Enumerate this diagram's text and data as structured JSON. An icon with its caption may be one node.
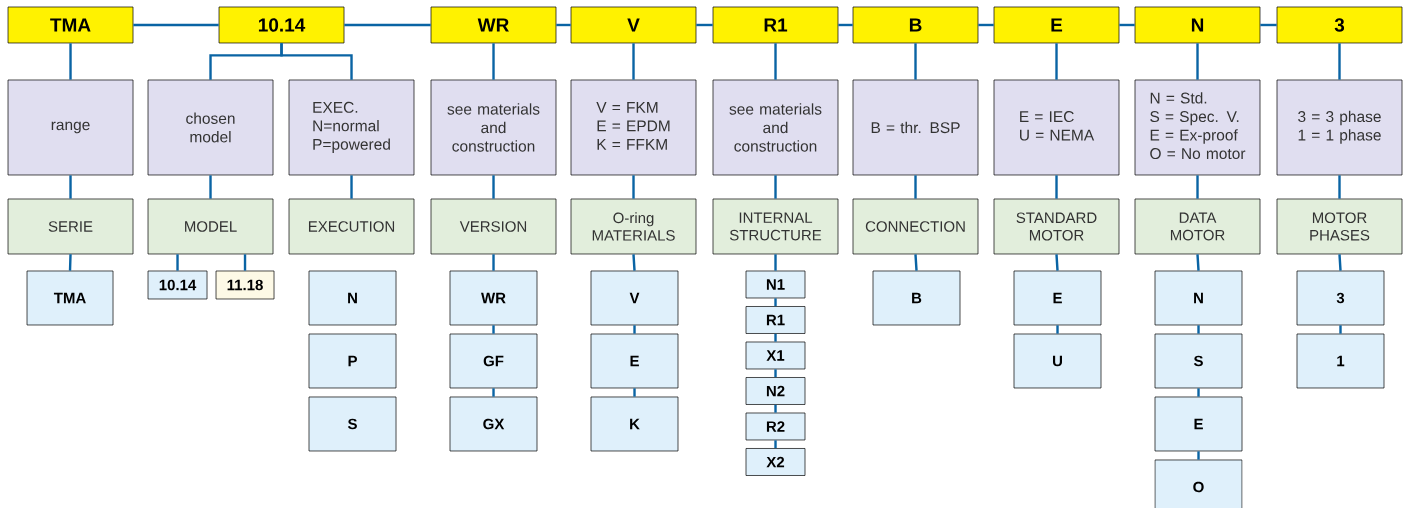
{
  "diagram": {
    "nodes": [
      {
        "text": [
          "TMA"
        ]
      },
      {
        "text": [
          "10.14"
        ]
      },
      {
        "text": [
          "WR"
        ]
      },
      {
        "text": [
          "V"
        ]
      },
      {
        "text": [
          "R1"
        ]
      },
      {
        "text": [
          "B"
        ]
      },
      {
        "text": [
          "E"
        ]
      },
      {
        "text": [
          "N"
        ]
      },
      {
        "text": [
          "3"
        ]
      },
      {
        "text": [
          "range"
        ]
      },
      {
        "text": [
          "chosen model"
        ]
      },
      {
        "text": [
          "EXEC.",
          "N=normal",
          "P=powered"
        ]
      },
      {
        "text": [
          "see materials and construction"
        ]
      },
      {
        "text": [
          "V = FKM",
          "E = EPDM",
          "K = FFKM"
        ]
      },
      {
        "text": [
          "see materials and construction"
        ]
      },
      {
        "text": [
          "B = thr. BSP"
        ]
      },
      {
        "text": [
          "E = IEC",
          "U = NEMA"
        ]
      },
      {
        "text": [
          "N = Std.",
          "S = Spec. V.",
          "E = Ex-proof",
          "O = No motor"
        ]
      },
      {
        "text": [
          "3 = 3 phase",
          "1 = 1 phase"
        ]
      },
      {
        "text": [
          "SERIE"
        ]
      },
      {
        "text": [
          "MODEL"
        ]
      },
      {
        "text": [
          "EXECUTION"
        ]
      },
      {
        "text": [
          "VERSION"
        ]
      },
      {
        "text": [
          "O-ring MATERIALS"
        ]
      },
      {
        "text": [
          "INTERNAL STRUCTURE"
        ]
      },
      {
        "text": [
          "CONNECTION"
        ]
      },
      {
        "text": [
          "STANDARD MOTOR"
        ]
      },
      {
        "text": [
          "DATA MOTOR"
        ]
      },
      {
        "text": [
          "MOTOR PHASES"
        ]
      },
      {
        "text": [
          "TMA"
        ]
      },
      {
        "text": [
          "10.14"
        ]
      },
      {
        "text": [
          "11.18"
        ]
      },
      {
        "text": [
          "N"
        ]
      },
      {
        "text": [
          "P"
        ]
      },
      {
        "text": [
          "S"
        ]
      },
      {
        "text": [
          "WR"
        ]
      },
      {
        "text": [
          "GF"
        ]
      },
      {
        "text": [
          "GX"
        ]
      },
      {
        "text": [
          "V"
        ]
      },
      {
        "text": [
          "E"
        ]
      },
      {
        "text": [
          "K"
        ]
      },
      {
        "text": [
          "N1"
        ]
      },
      {
        "text": [
          "R1"
        ]
      },
      {
        "text": [
          "X1"
        ]
      },
      {
        "text": [
          "N2"
        ]
      },
      {
        "text": [
          "R2"
        ]
      },
      {
        "text": [
          "X2"
        ]
      },
      {
        "text": [
          "B"
        ]
      },
      {
        "text": [
          "E"
        ]
      },
      {
        "text": [
          "U"
        ]
      },
      {
        "text": [
          "N"
        ]
      },
      {
        "text": [
          "S"
        ]
      },
      {
        "text": [
          "E"
        ]
      },
      {
        "text": [
          "O"
        ]
      },
      {
        "text": [
          "3"
        ]
      },
      {
        "text": [
          "1"
        ]
      }
    ],
    "edges": [
      {
        "from": 0,
        "to": 1,
        "arrow": "none"
      },
      {
        "from": 1,
        "to": 2,
        "arrow": "none"
      },
      {
        "from": 2,
        "to": 3,
        "arrow": "none"
      },
      {
        "from": 3,
        "to": 4,
        "arrow": "none"
      },
      {
        "from": 4,
        "to": 5,
        "arrow": "none"
      },
      {
        "from": 5,
        "to": 6,
        "arrow": "none"
      },
      {
        "from": 6,
        "to": 7,
        "arrow": "none"
      },
      {
        "from": 7,
        "to": 8,
        "arrow": "none"
      },
      {
        "from": 0,
        "to": 9,
        "arrow": "none"
      },
      {
        "from": 1,
        "to": 10,
        "arrow": "none"
      },
      {
        "from": 1,
        "to": 11,
        "arrow": "none"
      },
      {
        "from": 2,
        "to": 12,
        "arrow": "none"
      },
      {
        "from": 3,
        "to": 13,
        "arrow": "none"
      },
      {
        "from": 4,
        "to": 14,
        "arrow": "none"
      },
      {
        "from": 5,
        "to": 15,
        "arrow": "none"
      },
      {
        "from": 6,
        "to": 16,
        "arrow": "none"
      },
      {
        "from": 7,
        "to": 17,
        "arrow": "none"
      },
      {
        "from": 8,
        "to": 18,
        "arrow": "none"
      },
      {
        "from": 9,
        "to": 19,
        "arrow": "none"
      },
      {
        "from": 10,
        "to": 20,
        "arrow": "none"
      },
      {
        "from": 11,
        "to": 21,
        "arrow": "none"
      },
      {
        "from": 12,
        "to": 22,
        "arrow": "none"
      },
      {
        "from": 13,
        "to": 23,
        "arrow": "none"
      },
      {
        "from": 14,
        "to": 24,
        "arrow": "none"
      },
      {
        "from": 15,
        "to": 25,
        "arrow": "none"
      },
      {
        "from": 16,
        "to": 26,
        "arrow": "none"
      },
      {
        "from": 17,
        "to": 27,
        "arrow": "none"
      },
      {
        "from": 18,
        "to": 28,
        "arrow": "none"
      },
      {
        "from": 19,
        "to": 29,
        "arrow": "none"
      },
      {
        "from": 20,
        "to": 30,
        "arrow": "none"
      },
      {
        "from": 20,
        "to": 31,
        "arrow": "none"
      },
      {
        "from": 22,
        "to": 35,
        "arrow": "none"
      },
      {
        "from": 23,
        "to": 38,
        "arrow": "none"
      },
      {
        "from": 24,
        "to": 41,
        "arrow": "none"
      },
      {
        "from": 25,
        "to": 47,
        "arrow": "none"
      },
      {
        "from": 26,
        "to": 48,
        "arrow": "none"
      },
      {
        "from": 27,
        "to": 50,
        "arrow": "none"
      },
      {
        "from": 28,
        "to": 54,
        "arrow": "none"
      },
      {
        "from": 35,
        "to": 36,
        "arrow": "none"
      },
      {
        "from": 36,
        "to": 37,
        "arrow": "none"
      },
      {
        "from": 38,
        "to": 39,
        "arrow": "none"
      },
      {
        "from": 39,
        "to": 40,
        "arrow": "none"
      },
      {
        "from": 41,
        "to": 42,
        "arrow": "none"
      },
      {
        "from": 42,
        "to": 43,
        "arrow": "none"
      },
      {
        "from": 43,
        "to": 44,
        "arrow": "none"
      },
      {
        "from": 44,
        "to": 45,
        "arrow": "none"
      },
      {
        "from": 45,
        "to": 46,
        "arrow": "none"
      },
      {
        "from": 48,
        "to": 49,
        "arrow": "none"
      },
      {
        "from": 50,
        "to": 51,
        "arrow": "none"
      },
      {
        "from": 51,
        "to": 52,
        "arrow": "none"
      },
      {
        "from": 52,
        "to": 53,
        "arrow": "none"
      },
      {
        "from": 54,
        "to": 55,
        "arrow": "none"
      }
    ]
  }
}
